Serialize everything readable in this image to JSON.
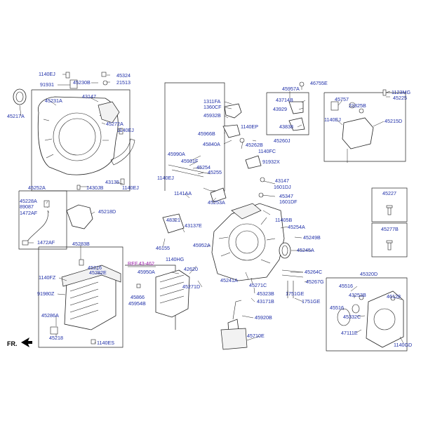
{
  "labels": {
    "l_1140ej_a": "1140EJ",
    "l_91931": "91931",
    "l_45230b": "45230B",
    "l_45324": "45324",
    "l_21513": "21513",
    "l_43147": "43147",
    "l_45231a": "45231A",
    "l_45217a": "45217A",
    "l_45272a": "45272A",
    "l_1140ej_b": "1140EJ",
    "l_43135": "43135",
    "l_1140ej_c": "1140EJ",
    "l_1430jb": "1430JB",
    "l_45252a": "45252A",
    "l_45228a": "45228A",
    "l_89087": "89087",
    "l_1472af_a": "1472AF",
    "l_1472af_b": "1472AF",
    "l_45218d": "45218D",
    "l_45283b": "45283B",
    "l_1140fz": "1140FZ",
    "l_91980z": "91980Z",
    "l_45216": "45216",
    "l_45282e": "45282E",
    "l_45286a": "45286A",
    "l_45218": "45218",
    "l_1140es": "1140ES",
    "l_fr": "FR.",
    "l_1311fa": "1311FA",
    "l_1360cf": "1360CF",
    "l_45932b": "45932B",
    "l_45966b": "45966B",
    "l_1140ep": "1140EP",
    "l_45840a": "45840A",
    "l_45262b": "45262B",
    "l_45260j": "45260J",
    "l_1140fc": "1140FC",
    "l_45990a": "45990A",
    "l_45931f": "45931F",
    "l_45254": "45254",
    "l_45255": "45255",
    "l_1140ej_d": "1140EJ",
    "l_91932x": "91932X",
    "l_43147_b": "43147",
    "l_1601dj": "1601DJ",
    "l_1141aa": "1141AA",
    "l_45347": "45347",
    "l_1601df": "1601DF",
    "l_45253a": "45253A",
    "l_48321": "48321",
    "l_43137e": "43137E",
    "l_11405b": "11405B",
    "l_45254a": "45254A",
    "l_45249b": "45249B",
    "l_46155": "46155",
    "l_45952a": "45952A",
    "l_45245a": "45245A",
    "l_ref": "REF.43-462",
    "l_1140hg": "1140HG",
    "l_42620": "42620",
    "l_45950a": "45950A",
    "l_45241a": "45241A",
    "l_45264c": "45264C",
    "l_45267g": "45267G",
    "l_45271d": "45271D",
    "l_45271c": "45271C",
    "l_45866": "45866",
    "l_45954b": "45954B",
    "l_45323b": "45323B",
    "l_43171b": "43171B",
    "l_1751ge_a": "1751GE",
    "l_1751ge_b": "1751GE",
    "l_45920b": "45920B",
    "l_45710e": "45710E",
    "l_45957a": "45957A",
    "l_46755e": "46755E",
    "l_43714b": "43714B",
    "l_43929": "43929",
    "l_43838": "43838",
    "l_1123mg": "1123MG",
    "l_45225": "45225",
    "l_45757": "45757",
    "l_21825b": "21825B",
    "l_1140ej_e": "1140EJ",
    "l_45215d": "45215D",
    "l_45227": "45227",
    "l_45277b": "45277B",
    "l_45320d": "45320D",
    "l_45516_a": "45516",
    "l_43253b": "43253B",
    "l_45516_b": "45516",
    "l_46128": "46128",
    "l_45332c": "45332C",
    "l_47111e": "47111E",
    "l_1140gd": "1140GD"
  }
}
